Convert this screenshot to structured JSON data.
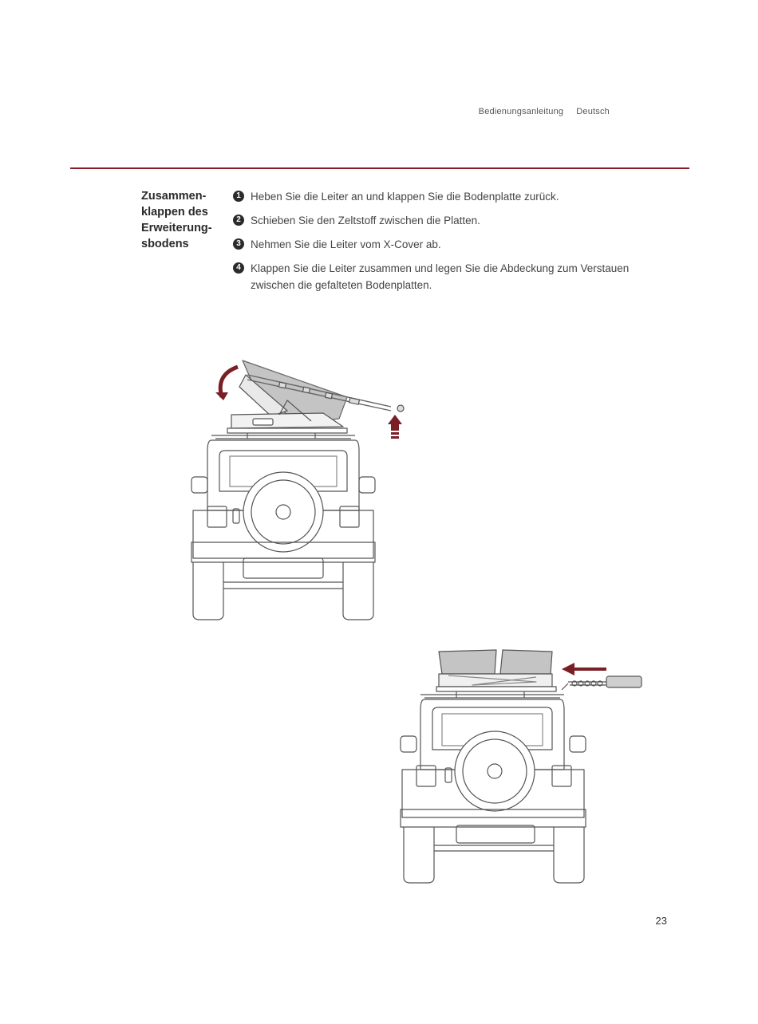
{
  "header": {
    "manual_label": "Bedienungsanleitung",
    "language": "Deutsch"
  },
  "section": {
    "title": "Zusammen-\nklappen des\nErweiterung-\nsbodens",
    "steps": [
      {
        "num": "1",
        "text": "Heben Sie die Leiter an und klappen Sie die Bodenplatte zurück."
      },
      {
        "num": "2",
        "text": "Schieben Sie den Zeltstoff zwischen die Platten."
      },
      {
        "num": "3",
        "text": "Nehmen Sie die Leiter vom X-Cover ab."
      },
      {
        "num": "4",
        "text": "Klappen Sie die Leiter zusammen und legen Sie die Abdeckung zum Verstauen zwischen die gefalteten Bodenplatten."
      }
    ]
  },
  "colors": {
    "accent": "#8a1c28",
    "line": "#555555",
    "fabric": "#bdbdbd"
  },
  "icons": [
    "curved-arrow-icon",
    "up-arrow-icon",
    "left-arrow-icon"
  ],
  "page_number": "23"
}
